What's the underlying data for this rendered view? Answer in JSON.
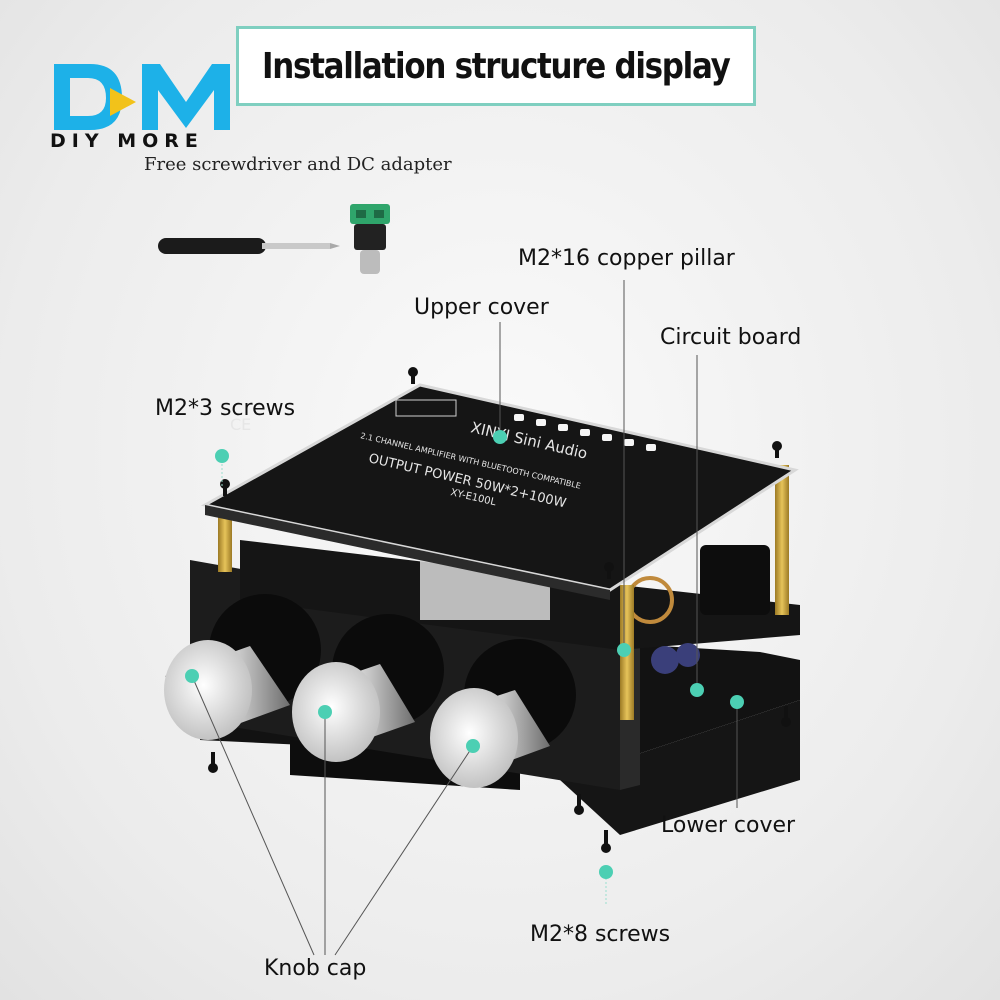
{
  "header": {
    "title": "Installation structure display",
    "logo_text": "DIY MORE",
    "subtitle": "Free screwdriver and DC adapter"
  },
  "colors": {
    "accent": "#7fcfc0",
    "marker": "#4ccfb3",
    "pcb": "#1a1a1a",
    "standoff": "#c9a23c"
  },
  "board": {
    "brand": "XINYI Sini Audio",
    "line1": "2.1 CHANNEL AMPLIFIER WITH BLUETOOTH COMPATIBLE",
    "line2": "OUTPUT POWER 50W*2+100W",
    "model": "XY-E100L",
    "ce_mark": "CE"
  },
  "labels": {
    "copper_pillar": "M2*16 copper pillar",
    "upper_cover": "Upper cover",
    "circuit_board": "Circuit board",
    "m2x3_screws": "M2*3 screws",
    "lower_cover": "Lower cover",
    "m2x8_screws": "M2*8 screws",
    "knob_cap": "Knob cap"
  }
}
